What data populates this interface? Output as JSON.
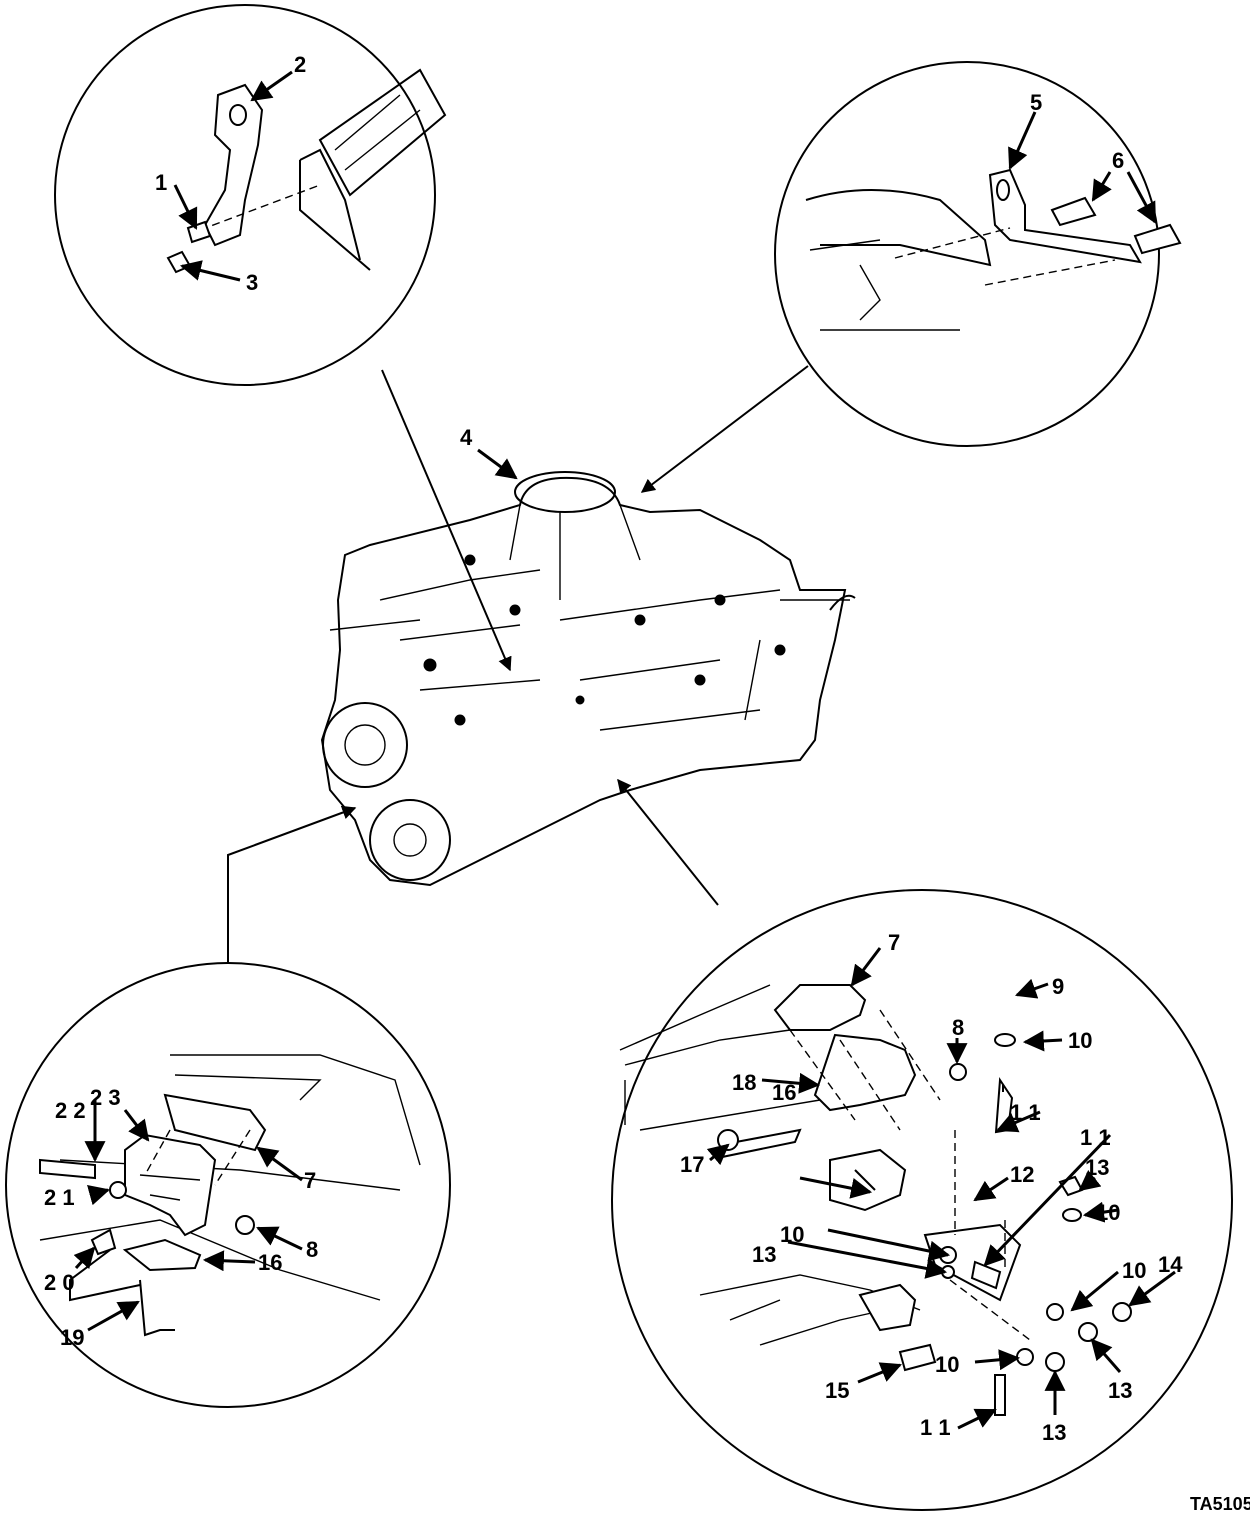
{
  "figure_ref": "TA5105",
  "callouts": {
    "c1": "1",
    "c2": "2",
    "c3": "3",
    "c4": "4",
    "c5": "5",
    "c6": "6",
    "c7a": "7",
    "c7b": "7",
    "c8a": "8",
    "c8b": "8",
    "c9": "9",
    "c10a": "10",
    "c10b": "10",
    "c10c": "10",
    "c10d": "10",
    "c10e": "10",
    "c11a": "1 1",
    "c11b": "1 1",
    "c11c": "1 1",
    "c12": "12",
    "c13a": "13",
    "c13b": "13",
    "c13c": "13",
    "c13d": "13",
    "c14": "14",
    "c15": "15",
    "c16a": "16",
    "c16b": "16",
    "c17": "17",
    "c18": "18",
    "c19": "19",
    "c20": "2 0",
    "c21": "2 1",
    "c22": "2 2",
    "c23": "2 3"
  },
  "icons": [
    "arrow-icon",
    "bolt-icon",
    "nut-icon",
    "washer-icon",
    "bracket-icon",
    "engine-mount-icon"
  ]
}
